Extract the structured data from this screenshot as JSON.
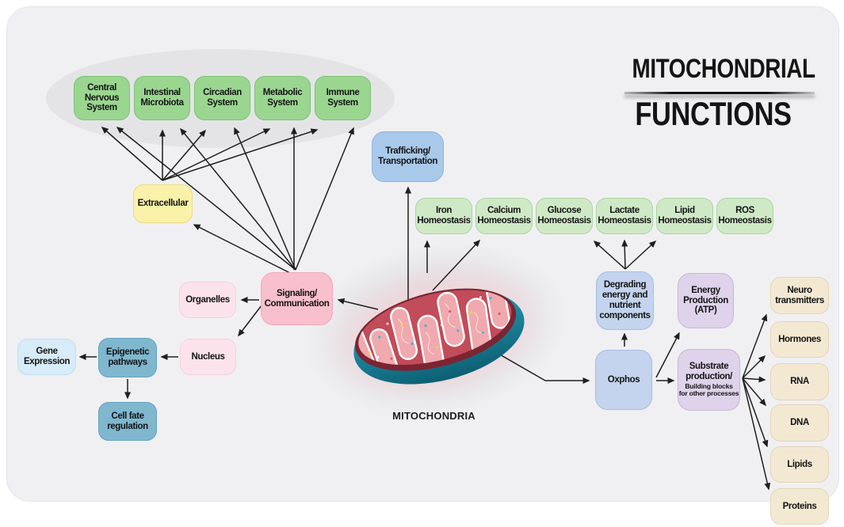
{
  "title": {
    "line1": "MITOCHONDRIAL",
    "line2": "FUNCTIONS"
  },
  "mitochondria_label": "MITOCHONDRIA",
  "palette": {
    "system_green": "#9ad690",
    "homeostasis_green": "#cfe9c6",
    "extracellular_yellow": "#f9f2a8",
    "trafficking_blue": "#a9c9ea",
    "signaling_pink": "#f8bfcd",
    "pale_pink": "#fce2eb",
    "pale_blue": "#d7ebf8",
    "teal": "#7fb7cf",
    "periwinkle_blue": "#c4d4ee",
    "lavender": "#ded3ea",
    "tan": "#f3e9d3",
    "panel_gray": "#f0f0f2",
    "arrow_black": "#1f1f1f"
  },
  "nodes": {
    "central_nervous_system": "Central\nNervous\nSystem",
    "intestinal_microbiota": "Intestinal\nMicrobiota",
    "circadian_system": "Circadian\nSystem",
    "metabolic_system": "Metabolic\nSystem",
    "immune_system": "Immune\nSystem",
    "extracellular": "Extracellular",
    "trafficking": "Trafficking/\nTransportation",
    "iron_homeostasis": "Iron\nHomeostasis",
    "calcium_homeostasis": "Calcium\nHomeostasis",
    "glucose_homeostasis": "Glucose\nHomeostasis",
    "lactate_homeostasis": "Lactate\nHomeostasis",
    "lipid_homeostasis": "Lipid\nHomeostasis",
    "ros_homeostasis": "ROS\nHomeostasis",
    "signaling": "Signaling/\nCommunication",
    "organelles": "Organelles",
    "nucleus": "Nucleus",
    "gene_expression": "Gene\nExpression",
    "epigenetic_pathways": "Epigenetic\npathways",
    "cell_fate_regulation": "Cell fate\nregulation",
    "oxphos": "Oxphos",
    "degrading": "Degrading\nenergy and\nnutrient\ncomponents",
    "energy_production": "Energy\nProduction\n(ATP)",
    "substrate_production": "Substrate\nproduction/",
    "substrate_production_sub": "Building blocks\nfor other processes",
    "neurotransmitters": "Neuro\ntransmitters",
    "hormones": "Hormones",
    "rna": "RNA",
    "dna": "DNA",
    "lipids": "Lipids",
    "proteins": "Proteins"
  },
  "connections": [
    {
      "from": "extracellular",
      "to": "central_nervous_system"
    },
    {
      "from": "extracellular",
      "to": "intestinal_microbiota"
    },
    {
      "from": "extracellular",
      "to": "circadian_system"
    },
    {
      "from": "extracellular",
      "to": "metabolic_system"
    },
    {
      "from": "extracellular",
      "to": "immune_system"
    },
    {
      "from": "signaling",
      "to": "central_nervous_system"
    },
    {
      "from": "signaling",
      "to": "intestinal_microbiota"
    },
    {
      "from": "signaling",
      "to": "circadian_system"
    },
    {
      "from": "signaling",
      "to": "metabolic_system"
    },
    {
      "from": "signaling",
      "to": "immune_system"
    },
    {
      "from": "signaling",
      "to": "extracellular"
    },
    {
      "from": "signaling",
      "to": "organelles"
    },
    {
      "from": "signaling",
      "to": "nucleus"
    },
    {
      "from": "nucleus",
      "to": "epigenetic_pathways"
    },
    {
      "from": "epigenetic_pathways",
      "to": "gene_expression"
    },
    {
      "from": "epigenetic_pathways",
      "to": "cell_fate_regulation"
    },
    {
      "from": "mitochondria",
      "to": "signaling"
    },
    {
      "from": "mitochondria",
      "to": "trafficking"
    },
    {
      "from": "mitochondria",
      "to": "iron_homeostasis"
    },
    {
      "from": "mitochondria",
      "to": "calcium_homeostasis"
    },
    {
      "from": "mitochondria",
      "to": "oxphos"
    },
    {
      "from": "oxphos",
      "to": "degrading"
    },
    {
      "from": "oxphos",
      "to": "energy_production"
    },
    {
      "from": "oxphos",
      "to": "substrate_production"
    },
    {
      "from": "degrading",
      "to": "glucose_homeostasis"
    },
    {
      "from": "degrading",
      "to": "lactate_homeostasis"
    },
    {
      "from": "degrading",
      "to": "lipid_homeostasis"
    },
    {
      "from": "substrate_production",
      "to": "neurotransmitters"
    },
    {
      "from": "substrate_production",
      "to": "hormones"
    },
    {
      "from": "substrate_production",
      "to": "rna"
    },
    {
      "from": "substrate_production",
      "to": "dna"
    },
    {
      "from": "substrate_production",
      "to": "lipids"
    },
    {
      "from": "substrate_production",
      "to": "proteins"
    }
  ]
}
